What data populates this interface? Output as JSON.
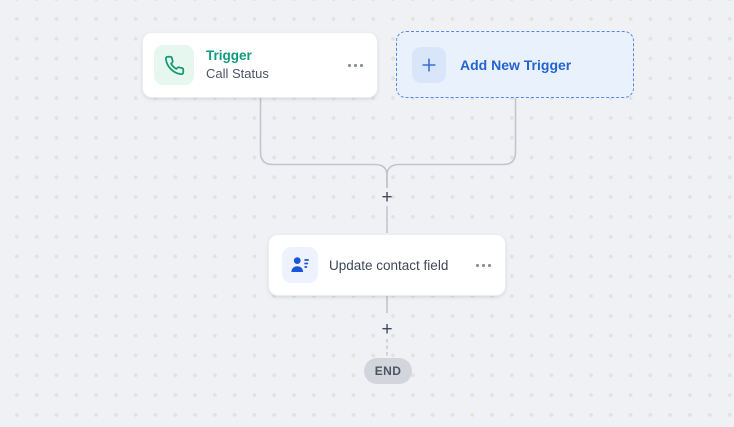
{
  "workflow": {
    "trigger_node": {
      "title": "Trigger",
      "subtitle": "Call Status",
      "icon": "phone-icon"
    },
    "add_trigger": {
      "label": "Add New Trigger",
      "icon": "plus-icon"
    },
    "action_node": {
      "label": "Update contact field",
      "icon": "contact-person-icon"
    },
    "add_step_top": "+",
    "add_step_bottom": "+",
    "end_label": "END"
  },
  "colors": {
    "canvas_bg": "#f0f1f4",
    "dot": "#e5e2dd",
    "teal": "#0f9b7e",
    "teal_bg": "#e6f7f0",
    "blue": "#2563d0",
    "blue_bg": "#e9f1fc",
    "blue_tile": "#d9e6f9",
    "blue_border": "#5488ea",
    "action_blue": "#1a56db",
    "action_tile_bg": "#edf2fd",
    "connector": "#c2c5cc",
    "plus": "#424a5a",
    "end_bg": "#d2d5db",
    "end_text": "#4b5563",
    "text_dark": "#3f4654",
    "text_sub": "#4a5264",
    "ellipsis": "#8a8f9c"
  }
}
